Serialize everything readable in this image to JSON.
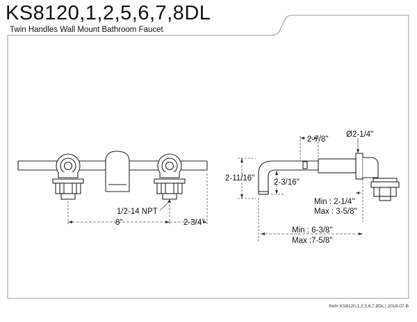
{
  "header": {
    "title": "KS8120,1,2,5,6,7,8DL",
    "subtitle": "Twin Handles Wall Mount Bathroom Faucet"
  },
  "front_view": {
    "thread_label": "1/2-14 NPT",
    "center_width": "8\"",
    "side_offset": "2-3/4\""
  },
  "side_view": {
    "spout_reach_top": "2-7/8\"",
    "diameter": "Ø2-1/4\"",
    "height": "2-11/16\"",
    "spout_drop": "2-3/16\"",
    "wall_min": "Min : 2-1/4\"",
    "wall_max": "Max : 3-5/8\"",
    "overall_min": "Min : 6-3/8\"",
    "overall_max": "Max :7-5/8\""
  },
  "footer": {
    "reference": "Ref# KS8120,1,2,5,6,7,8DL | 2018-07-B"
  }
}
